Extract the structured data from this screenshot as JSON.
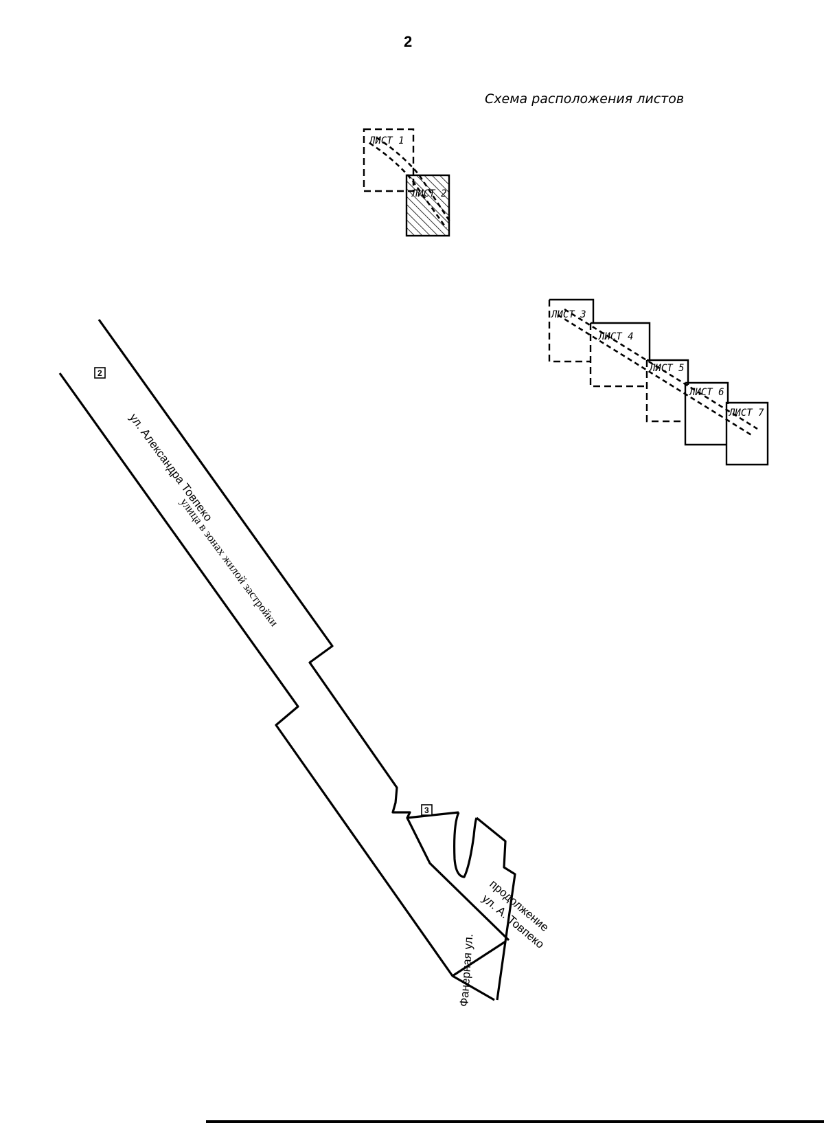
{
  "page_number": "2",
  "scheme_title": "Схема расположения листов",
  "sheets": [
    {
      "label": "ЛИСТ 1",
      "highlighted": false
    },
    {
      "label": "ЛИСТ 2",
      "highlighted": true
    },
    {
      "label": "ЛИСТ 3",
      "highlighted": false
    },
    {
      "label": "ЛИСТ 4",
      "highlighted": false
    },
    {
      "label": "ЛИСТ 5",
      "highlighted": false
    },
    {
      "label": "ЛИСТ 6",
      "highlighted": false
    },
    {
      "label": "ЛИСТ 7",
      "highlighted": false
    }
  ],
  "map": {
    "zone_markers": [
      "2",
      "3"
    ],
    "street_name": "ул. Александра Товпеко",
    "street_category": "улица в зонах жилой застройки",
    "extension_line1": "продолжение",
    "extension_line2": "ул. А. Товпеко",
    "side_street": "Фанерная ул."
  },
  "colors": {
    "ink": "#000000",
    "paper": "#ffffff"
  }
}
